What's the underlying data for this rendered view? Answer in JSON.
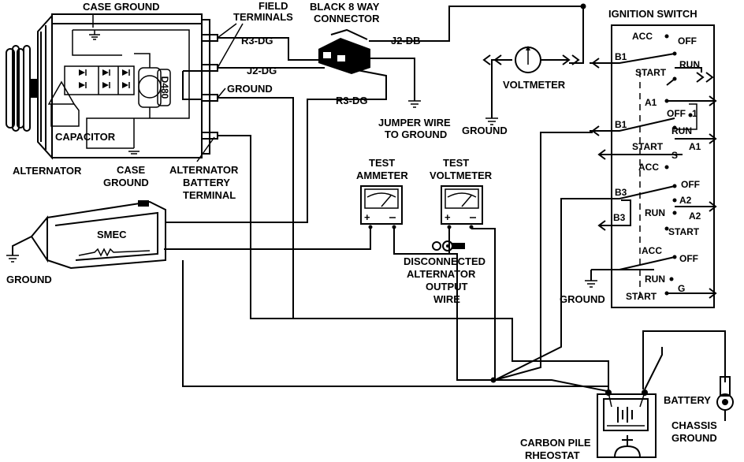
{
  "labels": {
    "case_ground_top": "CASE GROUND",
    "field_terminals": [
      "FIELD",
      "TERMINALS"
    ],
    "black_connector": [
      "BLACK 8 WAY",
      "CONNECTOR"
    ],
    "ignition_switch": "IGNITION SWITCH",
    "wire_r3dg_upper": "R3-DG",
    "wire_j2dg": "J2-DG",
    "wire_r3dg_lower": "R3-DG",
    "wire_j2db": "J2-DB",
    "ground_alt": "GROUND",
    "jumper_wire": [
      "JUMPER WIRE",
      "TO GROUND"
    ],
    "voltmeter": "VOLTMETER",
    "ground_mid": "GROUND",
    "capacitor": "CAPACITOR",
    "alternator": "ALTERNATOR",
    "case_ground_bottom": [
      "CASE",
      "GROUND"
    ],
    "alt_battery_terminal": [
      "ALTERNATOR",
      "BATTERY",
      "TERMINAL"
    ],
    "test_ammeter": [
      "TEST",
      "AMMETER"
    ],
    "test_voltmeter": [
      "TEST",
      "VOLTMETER"
    ],
    "disconnected_wire": [
      "DISCONNECTED",
      "ALTERNATOR",
      "OUTPUT",
      "WIRE"
    ],
    "smec": "SMEC",
    "ground_smec": "GROUND",
    "ground_switch": "GROUND",
    "battery": "BATTERY",
    "chassis_ground": [
      "CHASSIS",
      "GROUND"
    ],
    "carbon_pile": [
      "CARBON PILE",
      "RHEOSTAT"
    ],
    "regulator_mark": "D480"
  },
  "switch": {
    "acc_1": "ACC",
    "off_1": "OFF",
    "b1_a": "B1",
    "run_1": "RUN",
    "start_1": "START",
    "a1_a": "A1",
    "off_2": "OFF",
    "b1_b": "B1",
    "run_2": "RUN",
    "start_2": "START",
    "a1_b": "A1",
    "s": "S",
    "one": "1",
    "acc_2": "ACC",
    "off_3": "OFF",
    "b3_a": "B3",
    "a2_a": "A2",
    "run_3": "RUN",
    "a2_b": "A2",
    "b3_b": "B3",
    "start_3": "START",
    "acc_3": "ACC",
    "off_4": "OFF",
    "run_4": "RUN",
    "start_4": "START",
    "g": "G"
  }
}
